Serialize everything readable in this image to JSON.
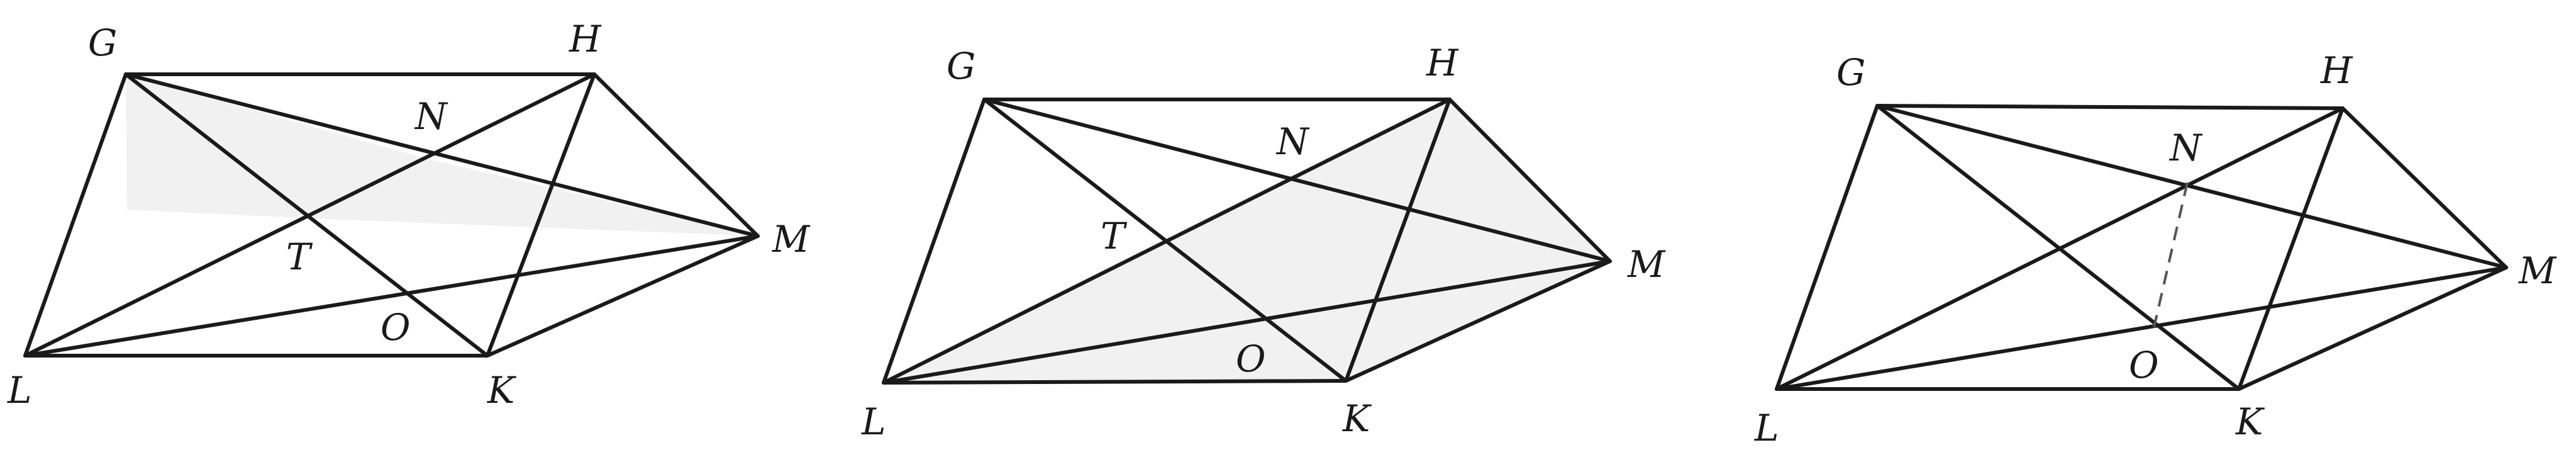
{
  "figures": [
    {
      "id": "fig1",
      "labels": {
        "G": "G",
        "H": "H",
        "N": "N",
        "M": "M",
        "T": "T",
        "O": "O",
        "L": "L",
        "K": "K"
      }
    },
    {
      "id": "fig2",
      "labels": {
        "G": "G",
        "H": "H",
        "N": "N",
        "M": "M",
        "T": "T",
        "O": "O",
        "L": "L",
        "K": "K"
      }
    },
    {
      "id": "fig3",
      "labels": {
        "G": "G",
        "H": "H",
        "N": "N",
        "M": "M",
        "O": "O",
        "L": "L",
        "K": "K"
      }
    }
  ],
  "colors": {
    "stroke": "#1a1a1a",
    "shade": "#f1f1f1",
    "dashed": "#555555"
  }
}
